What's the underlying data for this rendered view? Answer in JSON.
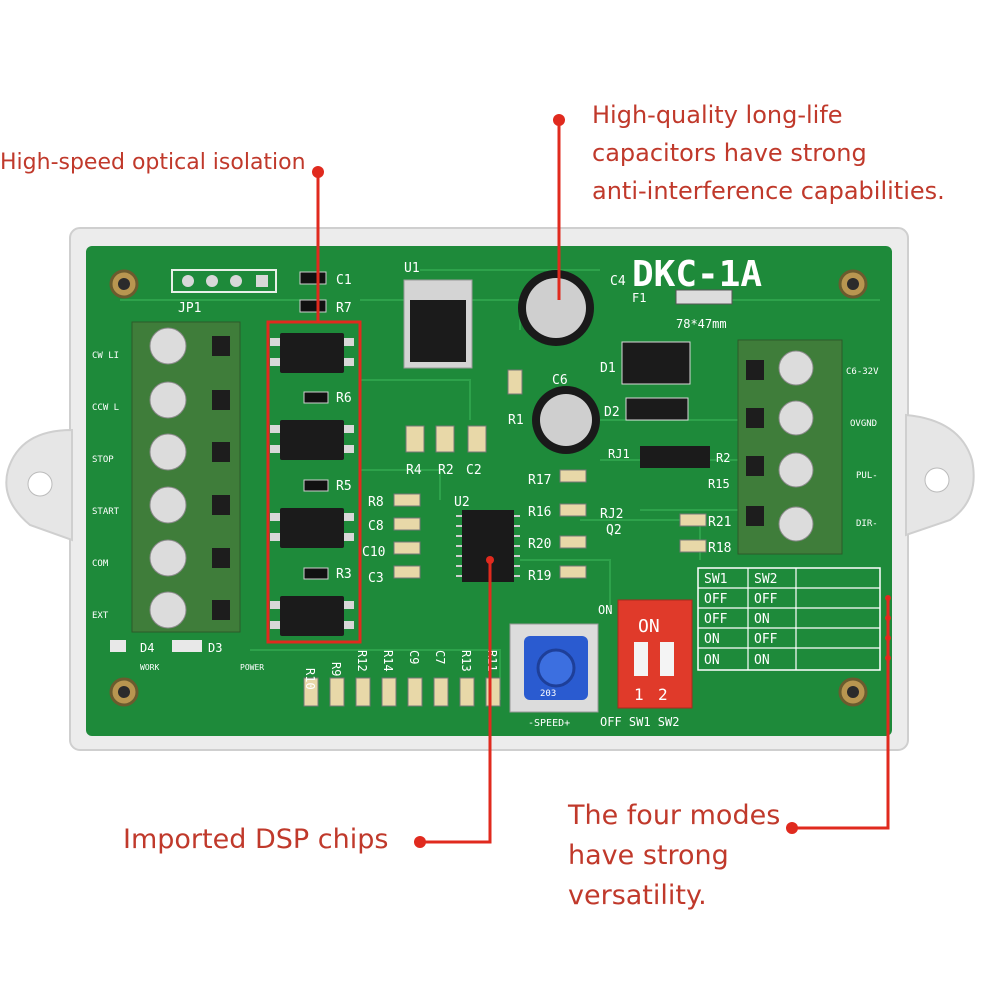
{
  "callouts": {
    "optical": "High-speed optical isolation",
    "capacitors": [
      "High-quality long-life",
      "capacitors have strong",
      "anti-interference capabilities."
    ],
    "dsp": "Imported DSP chips",
    "modes": [
      "The four modes",
      "have strong",
      "versatility."
    ]
  },
  "board": {
    "model": "DKC-1A",
    "size": "78*47mm",
    "jumper": "JP1",
    "left_terminals": [
      "CW LI",
      "CCW L",
      "STOP",
      "START",
      "COM",
      "EXT"
    ],
    "right_terminals": [
      "C6-32V",
      "OVGND",
      "PUL-",
      "DIR-"
    ],
    "leds": [
      "D4",
      "D3"
    ],
    "led_labels": [
      "WORK",
      "POWER"
    ],
    "components": {
      "u1": "U1",
      "u2": "U2",
      "c1": "C1",
      "c4": "C4",
      "c6": "C6",
      "f1": "F1",
      "r7": "R7",
      "r6": "R6",
      "r5": "R5",
      "r3": "R3",
      "r4": "R4",
      "r2": "R2",
      "c2": "C2",
      "r1": "R1",
      "d1": "D1",
      "d2": "D2",
      "rj1": "RJ1",
      "r22": "R2",
      "r15": "R15",
      "r17": "R17",
      "r16": "R16",
      "rj2": "RJ2",
      "q2": "Q2",
      "r21": "R21",
      "r20": "R20",
      "r18": "R18",
      "r19": "R19",
      "r8": "R8",
      "c8": "C8",
      "c10": "C10",
      "c3": "C3",
      "r10": "R10",
      "r9": "R9",
      "r12": "R12",
      "r14": "R14",
      "c9": "C9",
      "c7": "C7",
      "r13": "R13",
      "r11": "R11"
    },
    "speed_label": "-SPEED+",
    "pot_code": "203",
    "switch_label": "ON",
    "switch_numbers": [
      "1",
      "2"
    ],
    "switch_footer": "OFF SW1 SW2",
    "switch_on_tag": "ON"
  },
  "mode_table": {
    "headers": [
      "SW1",
      "SW2"
    ],
    "rows": [
      [
        "OFF",
        "OFF"
      ],
      [
        "OFF",
        "ON"
      ],
      [
        "ON",
        "OFF"
      ],
      [
        "ON",
        "ON"
      ]
    ]
  },
  "colors": {
    "pcb": "#1e8a3a",
    "accent": "#c0392b",
    "terminal": "#3f7d3a",
    "switch": "#e03a2a",
    "pot": "#2a5bd0"
  }
}
